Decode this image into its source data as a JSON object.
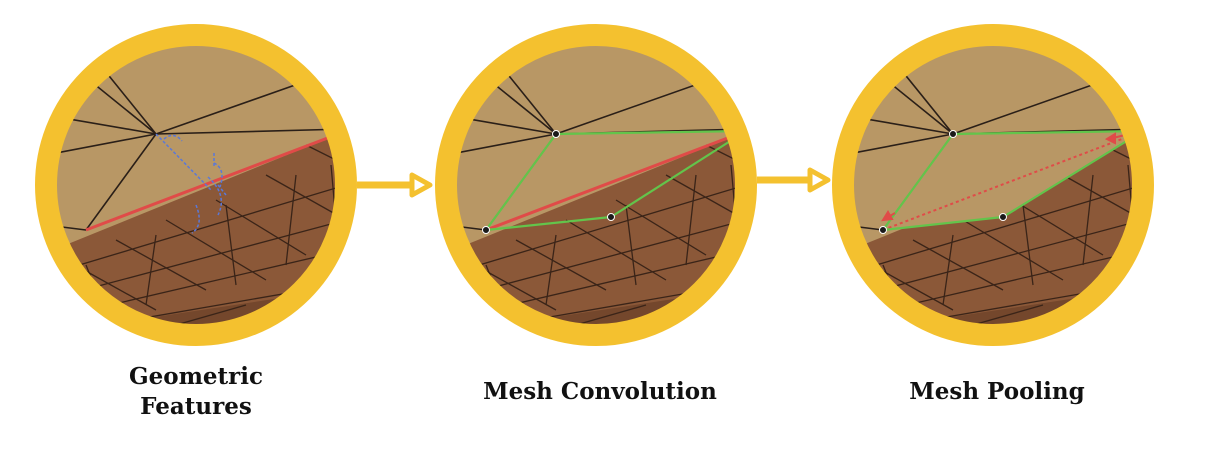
{
  "colors": {
    "ring": "#f4c12f",
    "arrow": "#f4c12f",
    "top_surface": "#b89765",
    "wall": "#8b5838",
    "wall_dark": "#6f4329",
    "mesh_line": "#2a1f18",
    "red_edge": "#e04b48",
    "green_edge": "#63c44b",
    "blue_annotation": "#5a78d8",
    "vertex": "#1a1a1a"
  },
  "steps": [
    {
      "id": "geometric-features",
      "label": "Geometric\nFeatures"
    },
    {
      "id": "mesh-convolution",
      "label": "Mesh Convolution"
    },
    {
      "id": "mesh-pooling",
      "label": "Mesh Pooling"
    }
  ],
  "arrows": [
    {
      "from": "geometric-features",
      "to": "mesh-convolution",
      "icon": "arrow-right-icon"
    },
    {
      "from": "mesh-convolution",
      "to": "mesh-pooling",
      "icon": "arrow-right-icon"
    }
  ]
}
